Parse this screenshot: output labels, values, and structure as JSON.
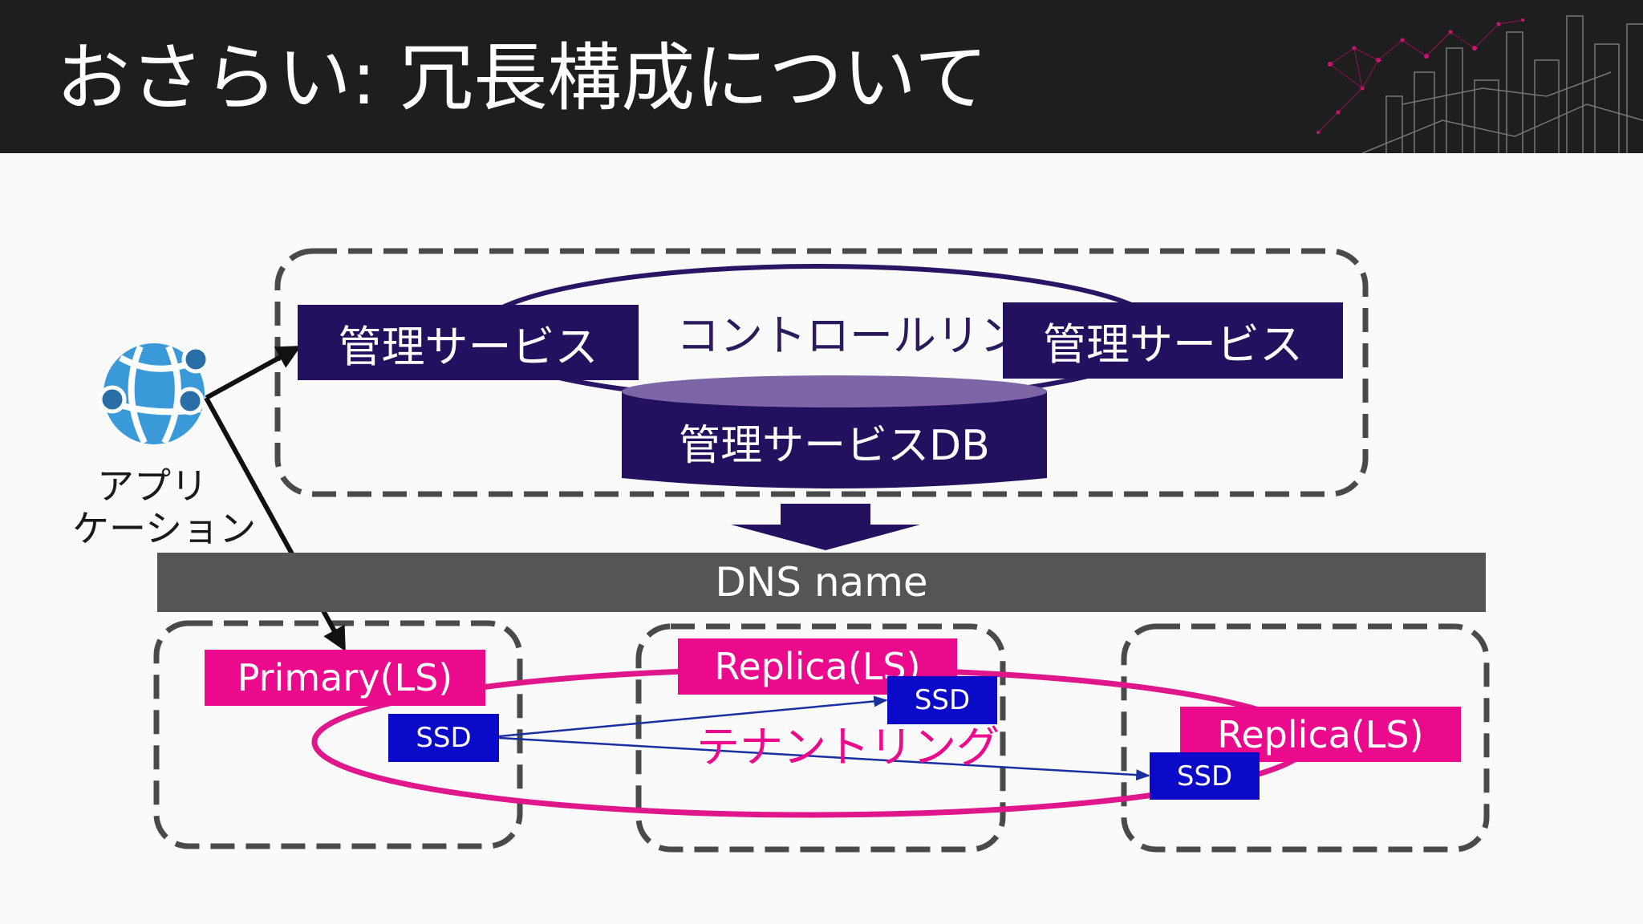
{
  "header": {
    "title": "おさらい: 冗長構成について"
  },
  "control_plane": {
    "ring_label": "コントロールリング",
    "service_left": "管理サービス",
    "service_right": "管理サービス",
    "database": "管理サービスDB"
  },
  "application": {
    "label_line1": "アプリ",
    "label_line2": "ケーション",
    "icon": "app-service-globe-icon"
  },
  "dns": {
    "label": "DNS name"
  },
  "nodes": {
    "primary": "Primary(LS)",
    "replica_1": "Replica(LS)",
    "replica_2": "Replica(LS)",
    "ssd_primary": "SSD",
    "ssd_replica_1": "SSD",
    "ssd_replica_2": "SSD"
  },
  "tenant": {
    "ring_label": "テナントリング"
  },
  "colors": {
    "header_bg": "#1e1e1e",
    "service": "#23105e",
    "dns": "#555555",
    "ls": "#ec0a8c",
    "ssd": "#0a0ac8",
    "ring_pink": "#e0168c"
  }
}
